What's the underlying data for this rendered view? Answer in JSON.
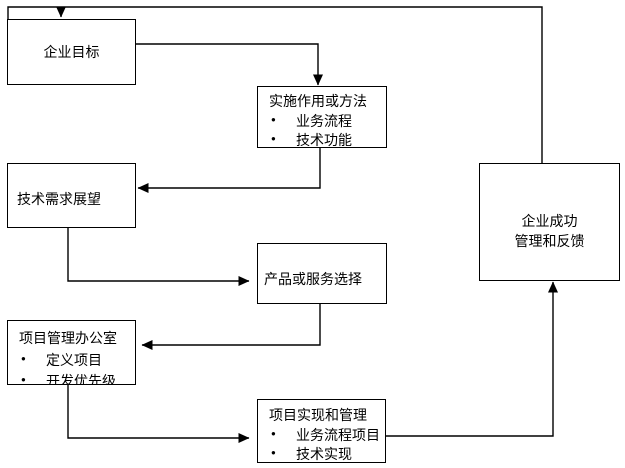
{
  "diagram": {
    "boxes": {
      "enterprise_goals": {
        "title": "企业目标"
      },
      "implementation_methods": {
        "title": "实施作用或方法",
        "bullets": [
          "业务流程",
          "技术功能"
        ]
      },
      "tech_requirements_outlook": {
        "title": "技术需求展望"
      },
      "product_service_selection": {
        "title": "产品或服务选择"
      },
      "project_management_office": {
        "title": "项目管理办公室",
        "bullets": [
          "定义项目",
          "开发优先级"
        ]
      },
      "project_implementation_mgmt": {
        "title": "项目实现和管理",
        "bullets": [
          "业务流程项目",
          "技术实现"
        ]
      },
      "enterprise_success_feedback": {
        "line1": "企业成功",
        "line2": "管理和反馈"
      }
    },
    "glyphs": {
      "bullet": "●"
    }
  }
}
